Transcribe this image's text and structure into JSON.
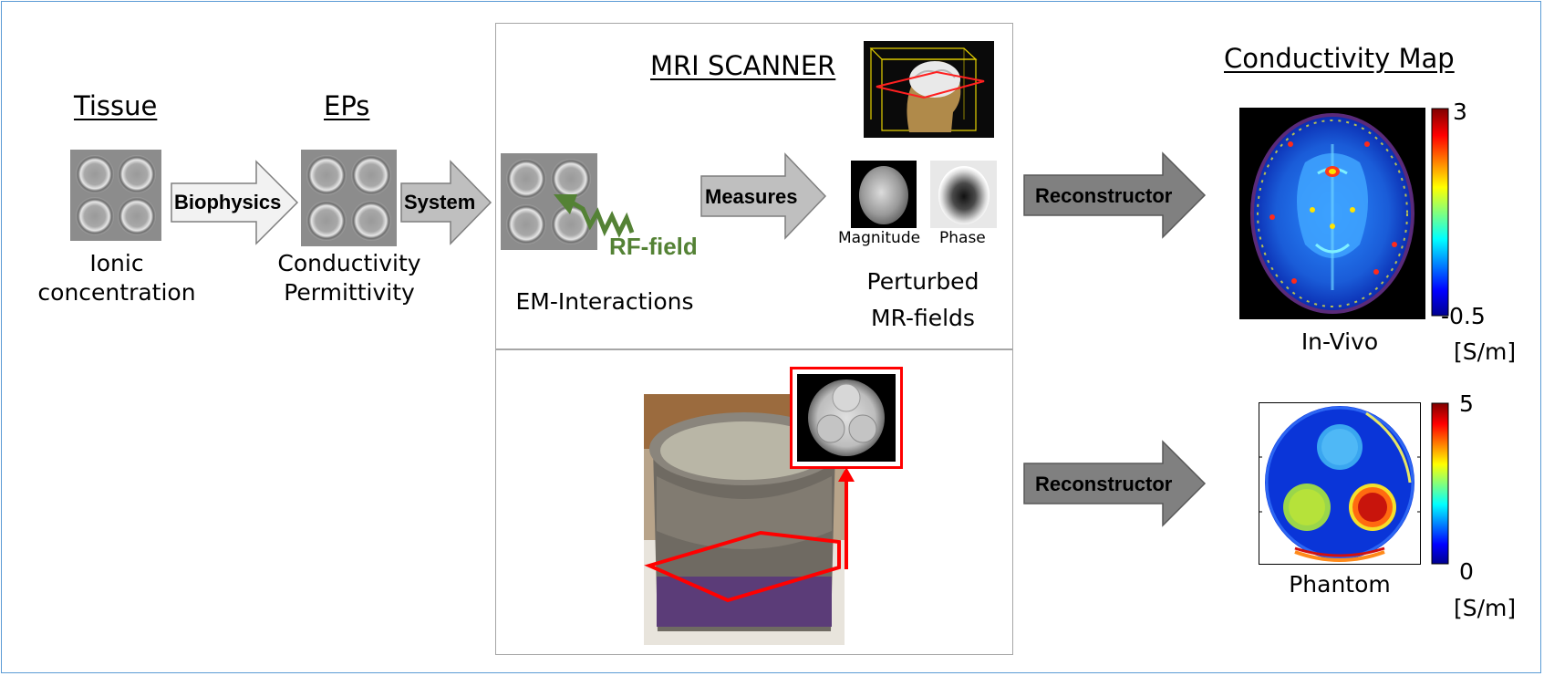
{
  "left": {
    "tissue_title": "Tissue",
    "tissue_caption_1": "Ionic",
    "tissue_caption_2": "concentration",
    "eps_title": "EPs",
    "eps_caption_1": "Conductivity",
    "eps_caption_2": "Permittivity",
    "arrow_biophysics": "Biophysics",
    "arrow_system": "System"
  },
  "scanner": {
    "title": "MRI SCANNER",
    "rf_label": "RF-field",
    "em_caption": "EM-Interactions",
    "arrow_measures": "Measures",
    "magnitude_label": "Magnitude",
    "phase_label": "Phase",
    "perturbed_1": "Perturbed",
    "perturbed_2": "MR-fields"
  },
  "right": {
    "map_title": "Conductivity Map",
    "reconstructor_1": "Reconstructor",
    "reconstructor_2": "Reconstructor",
    "invivo_caption": "In-Vivo",
    "invivo_max": "3",
    "invivo_min": "-0.5",
    "invivo_unit": "[S/m]",
    "phantom_caption": "Phantom",
    "phantom_max": "5",
    "phantom_min": "0",
    "phantom_unit": "[S/m]"
  },
  "colors": {
    "frame": "#5b9bd5",
    "box_border": "#a6a6a6",
    "rf_green": "#548235",
    "highlight_red": "#ff0000",
    "arrow_light": "#f2f2f2",
    "arrow_mid": "#bfbfbf",
    "arrow_dark": "#808080"
  }
}
